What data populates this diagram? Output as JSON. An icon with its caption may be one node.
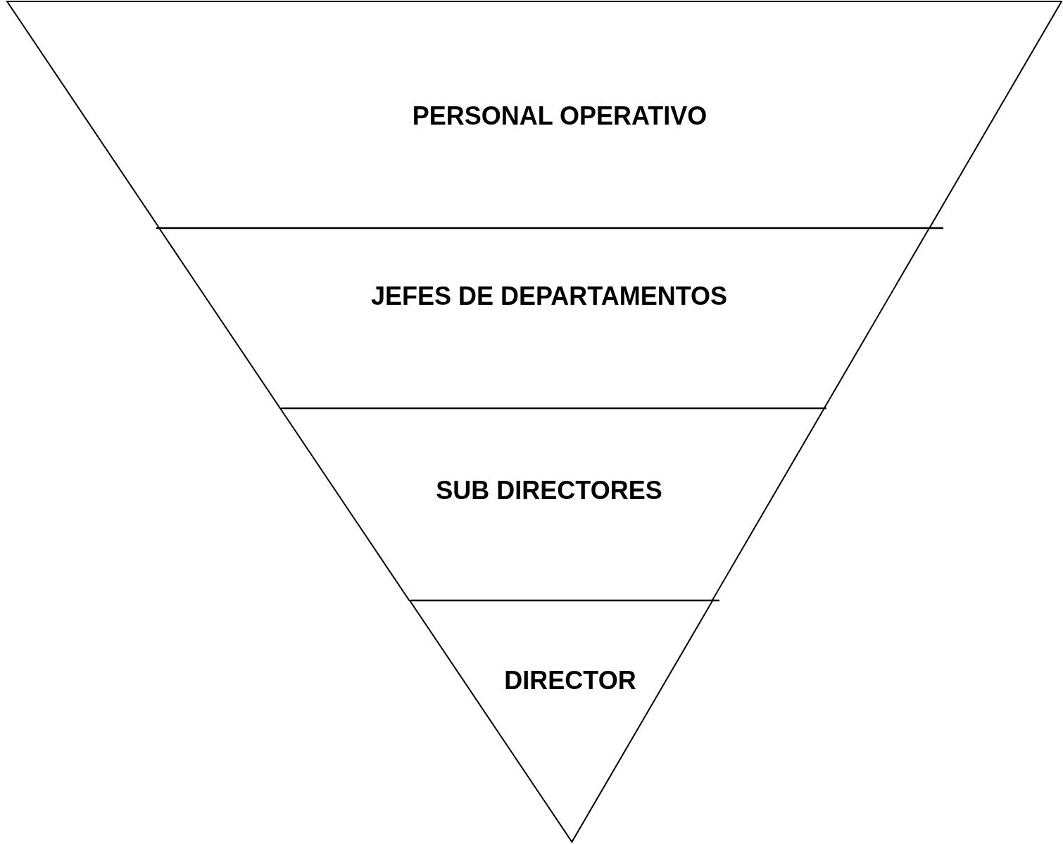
{
  "diagram": {
    "nodes": [
      {
        "text": [
          "PERSONAL OPERATIVO"
        ]
      },
      {
        "text": [
          "JEFES DE DEPARTAMENTOS"
        ]
      },
      {
        "text": [
          "SUB DIRECTORES"
        ]
      },
      {
        "text": [
          "DIRECTOR"
        ]
      }
    ]
  }
}
